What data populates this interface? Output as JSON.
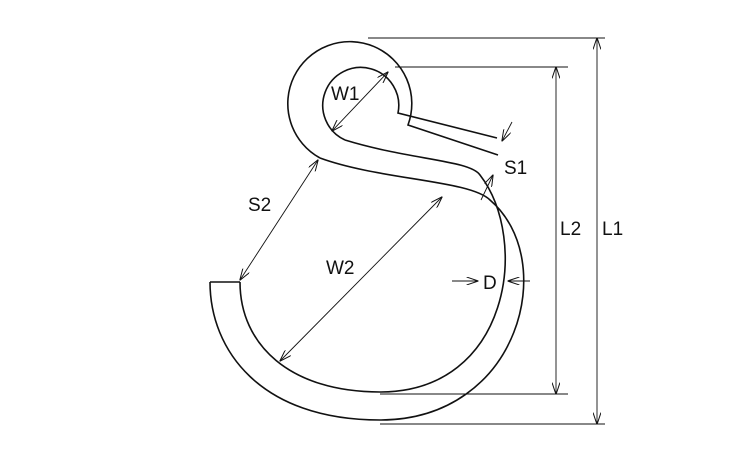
{
  "colors": {
    "stroke": "#111111",
    "background": "#ffffff"
  },
  "labels": {
    "w1": "W1",
    "s1": "S1",
    "s2": "S2",
    "w2": "W2",
    "d": "D",
    "l2": "L2",
    "l1": "L1"
  }
}
